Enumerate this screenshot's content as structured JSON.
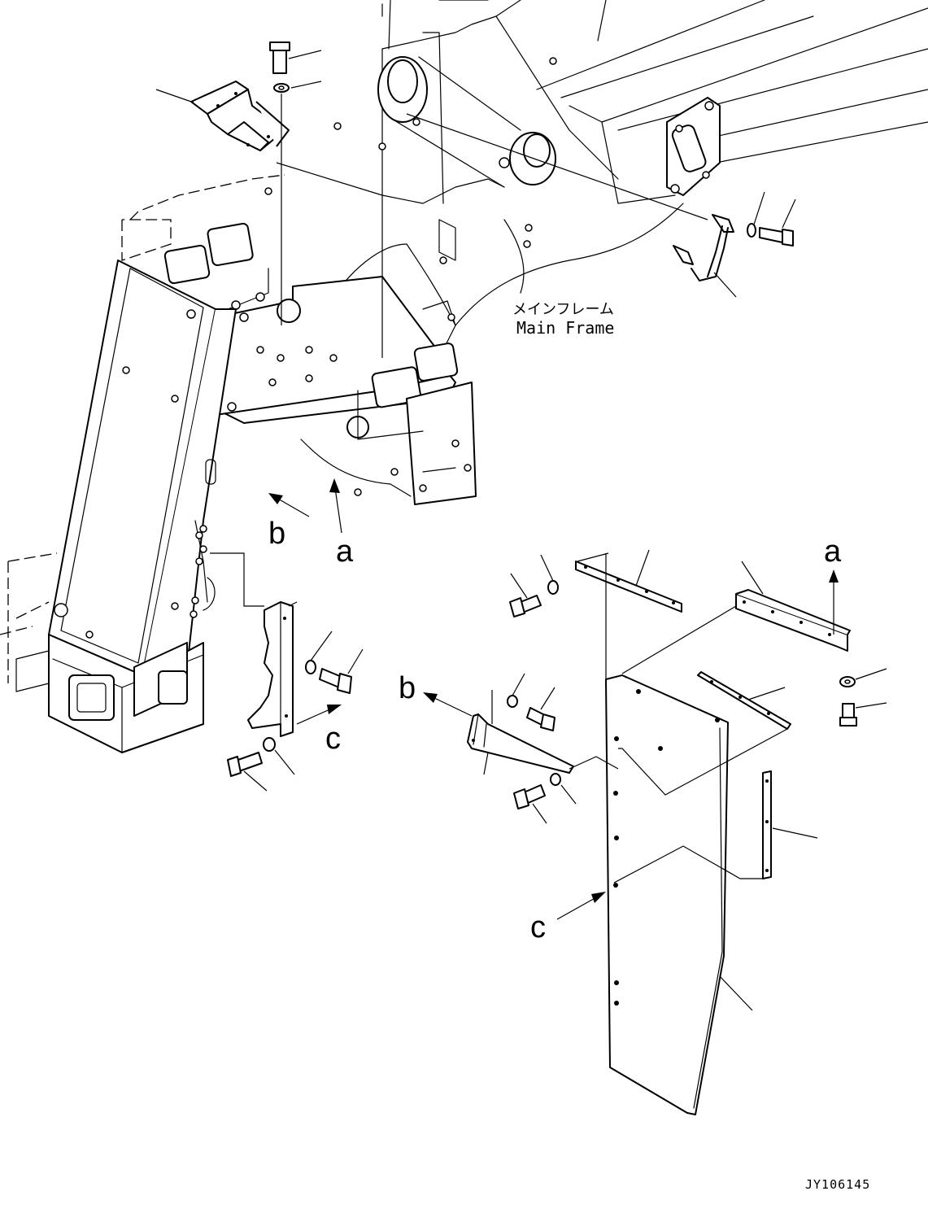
{
  "labels": {
    "main_frame_jp": "メインフレーム",
    "main_frame_en": "Main Frame",
    "drawing_code": "JY106145"
  },
  "refs": {
    "a": "a",
    "b": "b",
    "c": "c"
  }
}
